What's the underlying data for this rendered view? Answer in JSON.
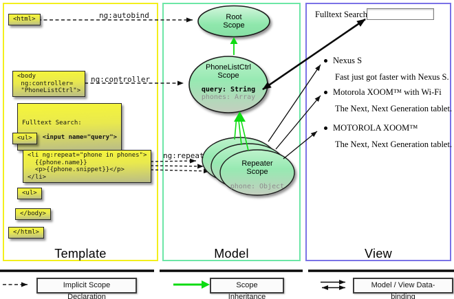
{
  "template_panel": {
    "caption": "Template",
    "html_open": "<html>",
    "body_open": "<body\n ng:controller=\n \"PhoneListCtrl\">",
    "fulltext_label": "Fulltext Search:",
    "fulltext_input": "<input name=\"query\">",
    "ul_open": "<ul>",
    "li_repeat": "<li ng:repeat=\"phone in phones\">\n  {{phone.name}}\n  <p>{{phone.snippet}}</p>\n</li>",
    "ul_close": "<ul>",
    "body_close": "</body>",
    "html_close": "</html>"
  },
  "model_panel": {
    "caption": "Model",
    "root_scope_title": "Root\nScope",
    "phonelist_scope_title": "PhoneListCtrl\nScope",
    "phonelist_prop_query": "query: String",
    "phonelist_prop_phones": "phones: Array",
    "repeater_scope_title": "Repeater\nScope",
    "repeater_prop_phone": "phone: Object"
  },
  "view_panel": {
    "caption": "View",
    "search_label": "Fulltext Search:",
    "search_value": "",
    "items": [
      {
        "name": "Nexus S",
        "desc": "Fast just got faster with Nexus S."
      },
      {
        "name": "Motorola XOOM™ with Wi-Fi",
        "desc": "The Next, Next Generation tablet."
      },
      {
        "name": "MOTOROLA XOOM™",
        "desc": "The Next, Next Generation tablet."
      }
    ]
  },
  "arrow_labels": {
    "autobind": "ng:autobind",
    "controller": "ng:controller",
    "repeat": "ng:repeat"
  },
  "legend": {
    "implicit": "Implicit Scope Declaration",
    "inheritance": "Scope Inheritance",
    "binding": "Model / View Data-binding"
  },
  "colors": {
    "template_border": "#f3ef1c",
    "model_border": "#6ce6a6",
    "view_border": "#7a72e6",
    "code_box_top": "#f4f43c",
    "code_box_bottom": "#babd86",
    "scope_green_top": "#c9f5d5",
    "scope_green_mid": "#93e8af",
    "scope_gray_bottom": "#c4cebf",
    "inheritance_green": "#0ddb12",
    "muted_text": "#8e8e8e"
  }
}
